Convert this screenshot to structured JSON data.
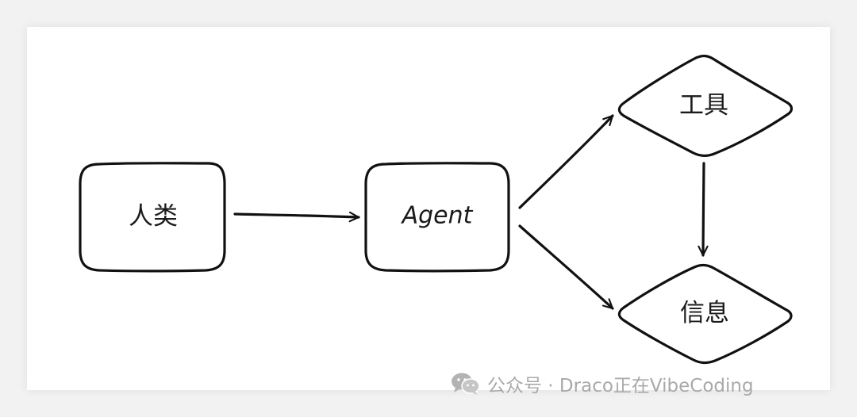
{
  "diagram": {
    "nodes": {
      "human": {
        "label": "人类",
        "shape": "rounded-rect"
      },
      "agent": {
        "label": "Agent",
        "shape": "rounded-rect"
      },
      "tools": {
        "label": "工具",
        "shape": "diamond"
      },
      "info": {
        "label": "信息",
        "shape": "diamond"
      }
    },
    "edges": [
      {
        "from": "human",
        "to": "agent"
      },
      {
        "from": "agent",
        "to": "tools"
      },
      {
        "from": "agent",
        "to": "info"
      },
      {
        "from": "tools",
        "to": "info"
      }
    ]
  },
  "watermark": {
    "icon": "wechat-icon",
    "text": "公众号 · Draco正在VibeCoding"
  },
  "colors": {
    "stroke": "#111111",
    "background": "#ffffff",
    "outer": "#f2f2f2",
    "watermark": "#a9a9a9"
  }
}
